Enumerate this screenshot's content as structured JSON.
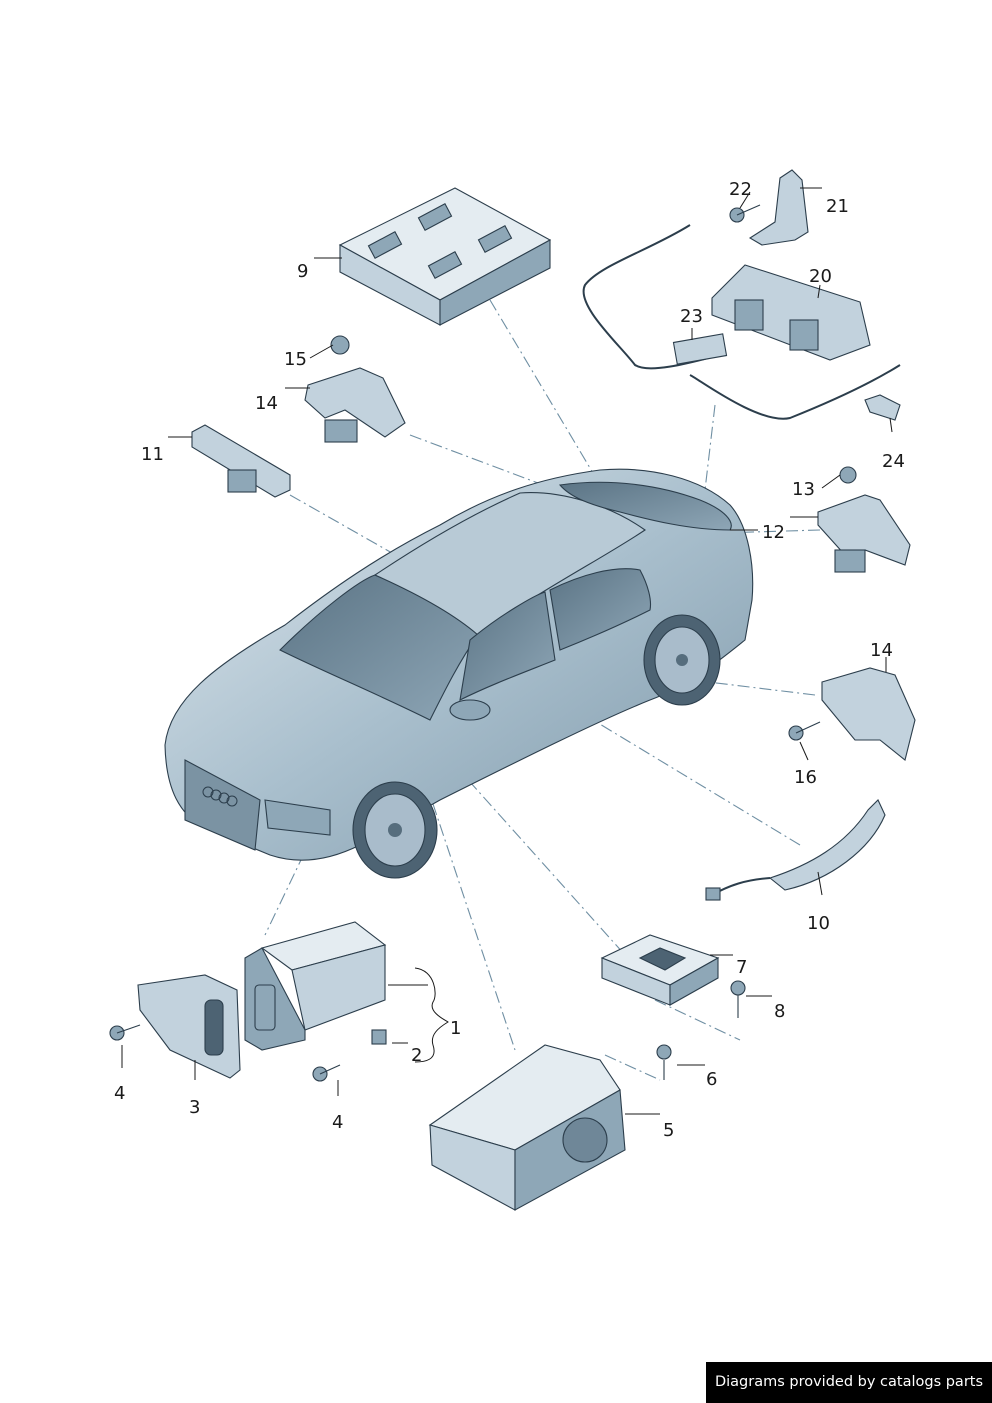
{
  "diagram": {
    "callouts": [
      {
        "id": "c1",
        "label": "1"
      },
      {
        "id": "c2",
        "label": "2"
      },
      {
        "id": "c3",
        "label": "3"
      },
      {
        "id": "c4a",
        "label": "4"
      },
      {
        "id": "c4b",
        "label": "4"
      },
      {
        "id": "c5",
        "label": "5"
      },
      {
        "id": "c6",
        "label": "6"
      },
      {
        "id": "c7",
        "label": "7"
      },
      {
        "id": "c8",
        "label": "8"
      },
      {
        "id": "c9",
        "label": "9"
      },
      {
        "id": "c10",
        "label": "10"
      },
      {
        "id": "c11",
        "label": "11"
      },
      {
        "id": "c12",
        "label": "12"
      },
      {
        "id": "c13",
        "label": "13"
      },
      {
        "id": "c14a",
        "label": "14"
      },
      {
        "id": "c14b",
        "label": "14"
      },
      {
        "id": "c15",
        "label": "15"
      },
      {
        "id": "c16",
        "label": "16"
      },
      {
        "id": "c20",
        "label": "20"
      },
      {
        "id": "c21",
        "label": "21"
      },
      {
        "id": "c22",
        "label": "22"
      },
      {
        "id": "c23",
        "label": "23"
      },
      {
        "id": "c24",
        "label": "24"
      }
    ]
  },
  "footer": {
    "credit": "Diagrams provided by catalogs parts"
  },
  "colors": {
    "part_fill": "#c2d2dd",
    "part_shade": "#8ea7b7",
    "outline": "#2c3e4c",
    "dash": "#6f8fa3"
  }
}
